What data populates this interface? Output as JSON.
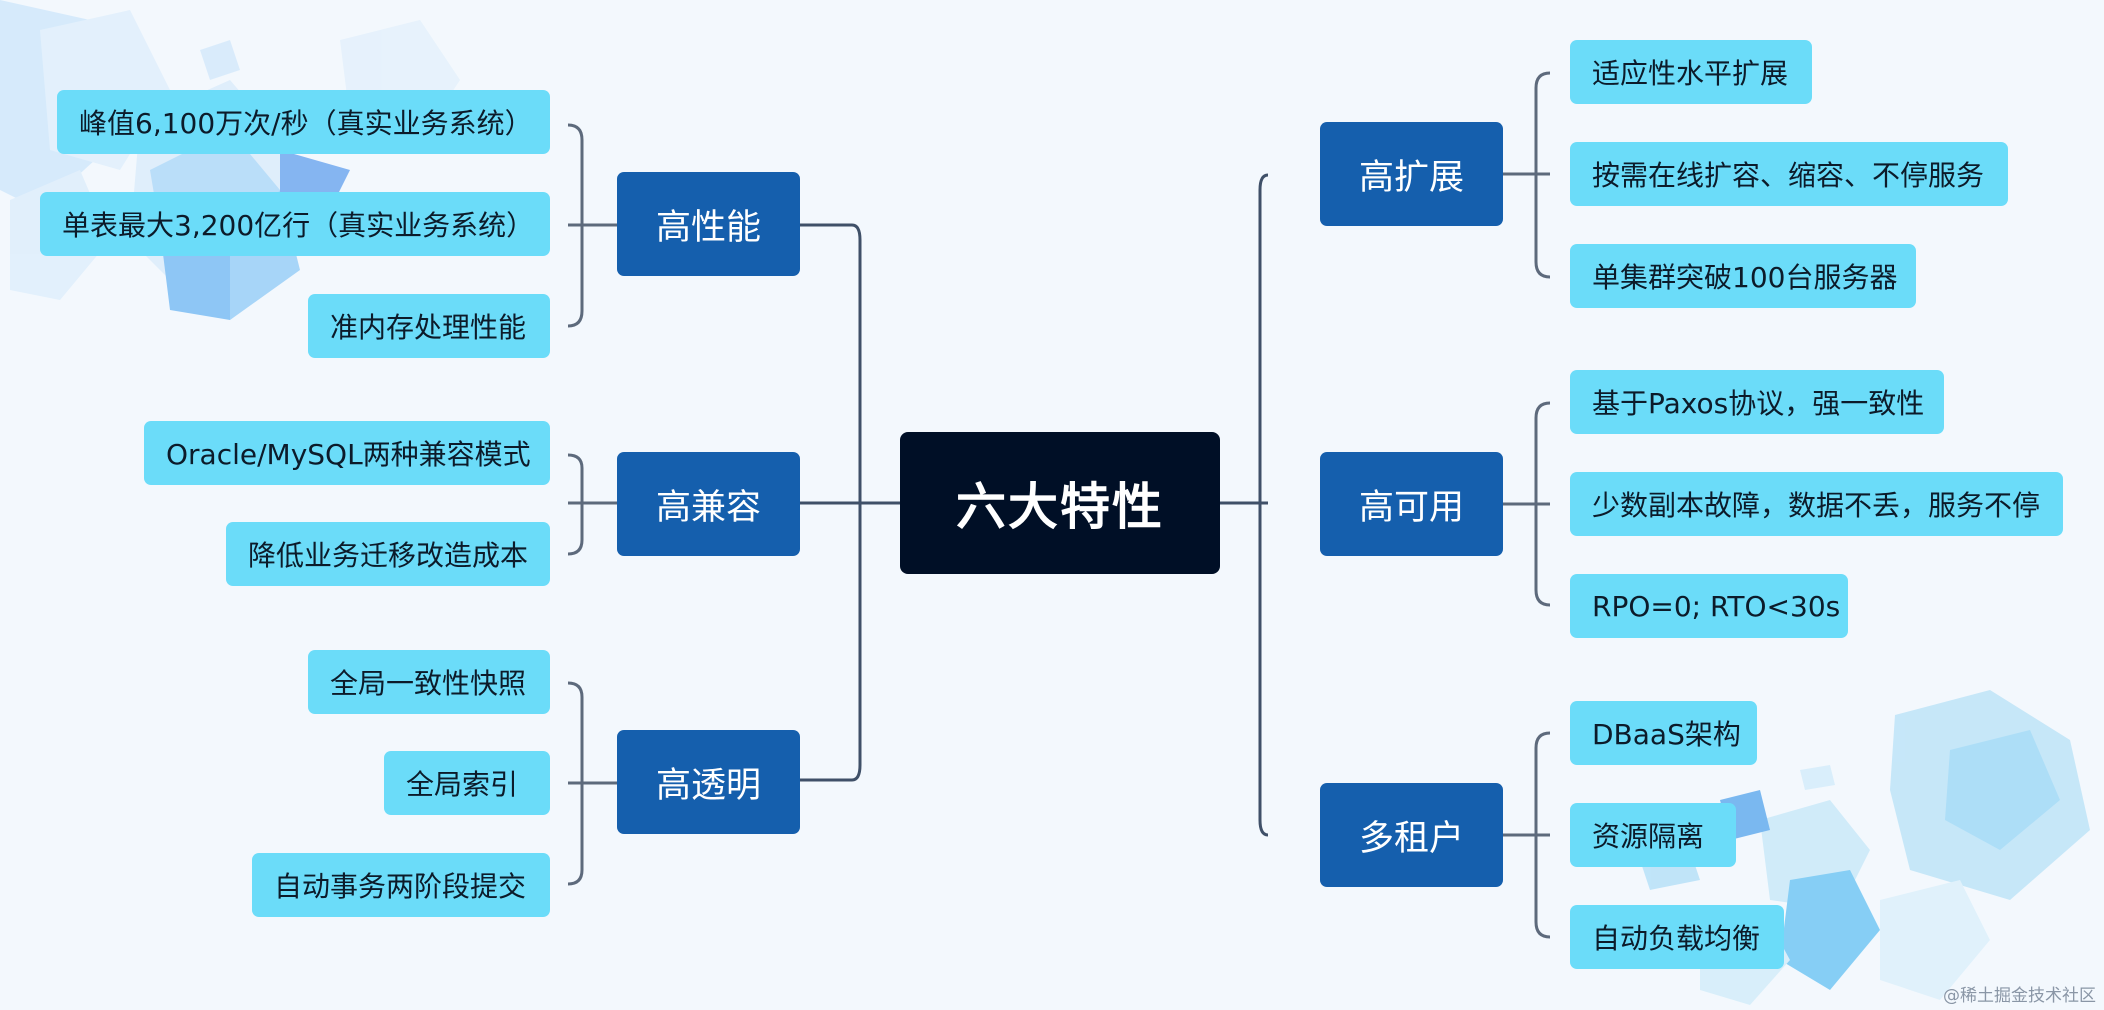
{
  "center": {
    "label": "六大特性"
  },
  "left": [
    {
      "label": "高性能",
      "items": [
        "峰值6,100万次/秒（真实业务系统）",
        "单表最大3,200亿行（真实业务系统）",
        "准内存处理性能"
      ]
    },
    {
      "label": "高兼容",
      "items": [
        "Oracle/MySQL两种兼容模式",
        "降低业务迁移改造成本"
      ]
    },
    {
      "label": "高透明",
      "items": [
        "全局一致性快照",
        "全局索引",
        "自动事务两阶段提交"
      ]
    }
  ],
  "right": [
    {
      "label": "高扩展",
      "items": [
        "适应性水平扩展",
        "按需在线扩容、缩容、不停服务",
        "单集群突破100台服务器"
      ]
    },
    {
      "label": "高可用",
      "items": [
        "基于Paxos协议，强一致性",
        "少数副本故障，数据不丢，服务不停",
        "RPO=0; RTO<30s"
      ]
    },
    {
      "label": "多租户",
      "items": [
        "DBaaS架构",
        "资源隔离",
        "自动负载均衡"
      ]
    }
  ],
  "watermark": "@稀土掘金技术社区",
  "colors": {
    "center_bg": "#000f26",
    "category_bg": "#155fad",
    "leaf_bg": "#6bdcf9",
    "line": "#3f5068"
  }
}
